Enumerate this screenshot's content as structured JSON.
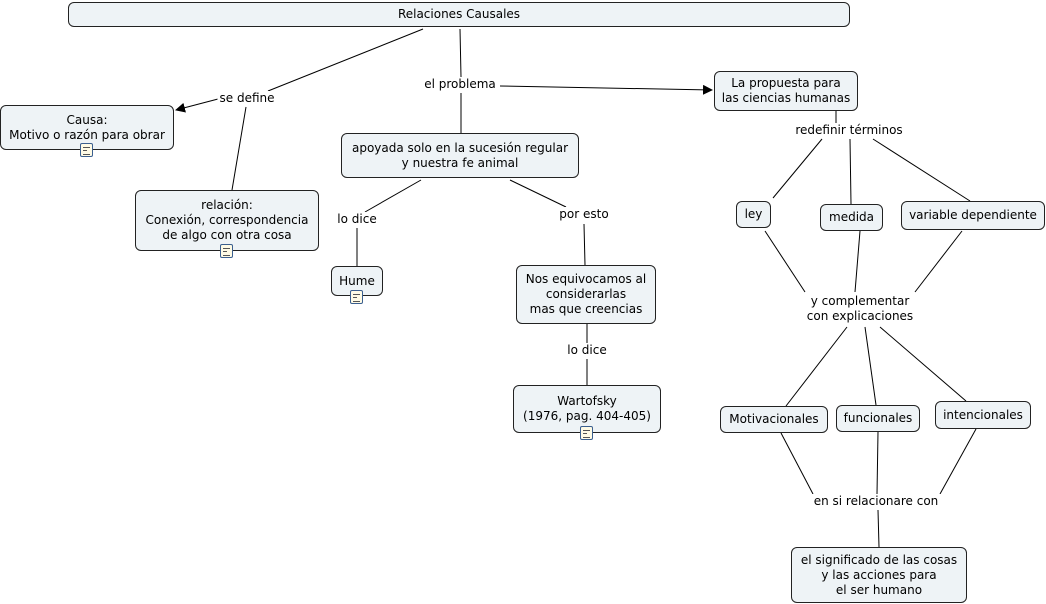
{
  "root": {
    "title": "Relaciones Causales"
  },
  "concepts": {
    "causa": "Causa:\nMotivo o razón para obrar",
    "relacion": "relación:\nConexión, correspondencia\nde algo con otra cosa",
    "apoyada": "apoyada solo en la sucesión regular\ny nuestra fe animal",
    "hume": "Hume",
    "nos_equivocamos": "Nos equivocamos al\nconsiderarlas\nmas que creencias",
    "wartofsky": "Wartofsky\n(1976, pag. 404-405)",
    "propuesta": "La propuesta para\nlas ciencias humanas",
    "ley": "ley",
    "medida": "medida",
    "variable": "variable dependiente",
    "motivacionales": "Motivacionales",
    "funcionales": "funcionales",
    "intencionales": "intencionales",
    "significado": "el significado de las cosas\ny las acciones para\nel ser humano"
  },
  "linking_phrases": {
    "se_define": "se define",
    "el_problema": "el problema",
    "lo_dice_1": "lo dice",
    "por_esto": "por esto",
    "lo_dice_2": "lo dice",
    "redefinir": "redefinir términos",
    "complementar": "y complementar\ncon explicaciones",
    "relacionare": "en si relacionare con"
  },
  "resource_icons": [
    "document-icon"
  ]
}
